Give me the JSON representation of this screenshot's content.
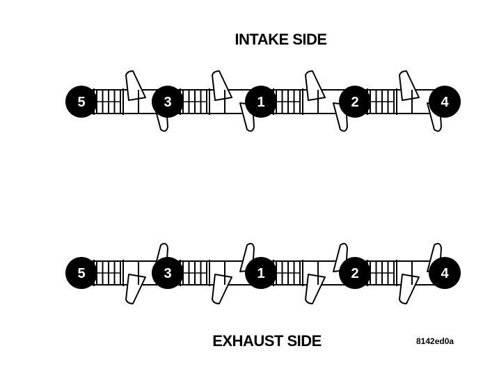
{
  "headings": {
    "intake": "INTAKE SIDE",
    "exhaust": "EXHAUST SIDE"
  },
  "figure_code": "8142ed0a",
  "camshafts": [
    {
      "side": "intake",
      "lobe_direction": "up",
      "bolts": [
        "5",
        "3",
        "1",
        "2",
        "4"
      ]
    },
    {
      "side": "exhaust",
      "lobe_direction": "down",
      "bolts": [
        "5",
        "3",
        "1",
        "2",
        "4"
      ]
    }
  ],
  "colors": {
    "ink": "#000000",
    "paper": "#ffffff"
  }
}
